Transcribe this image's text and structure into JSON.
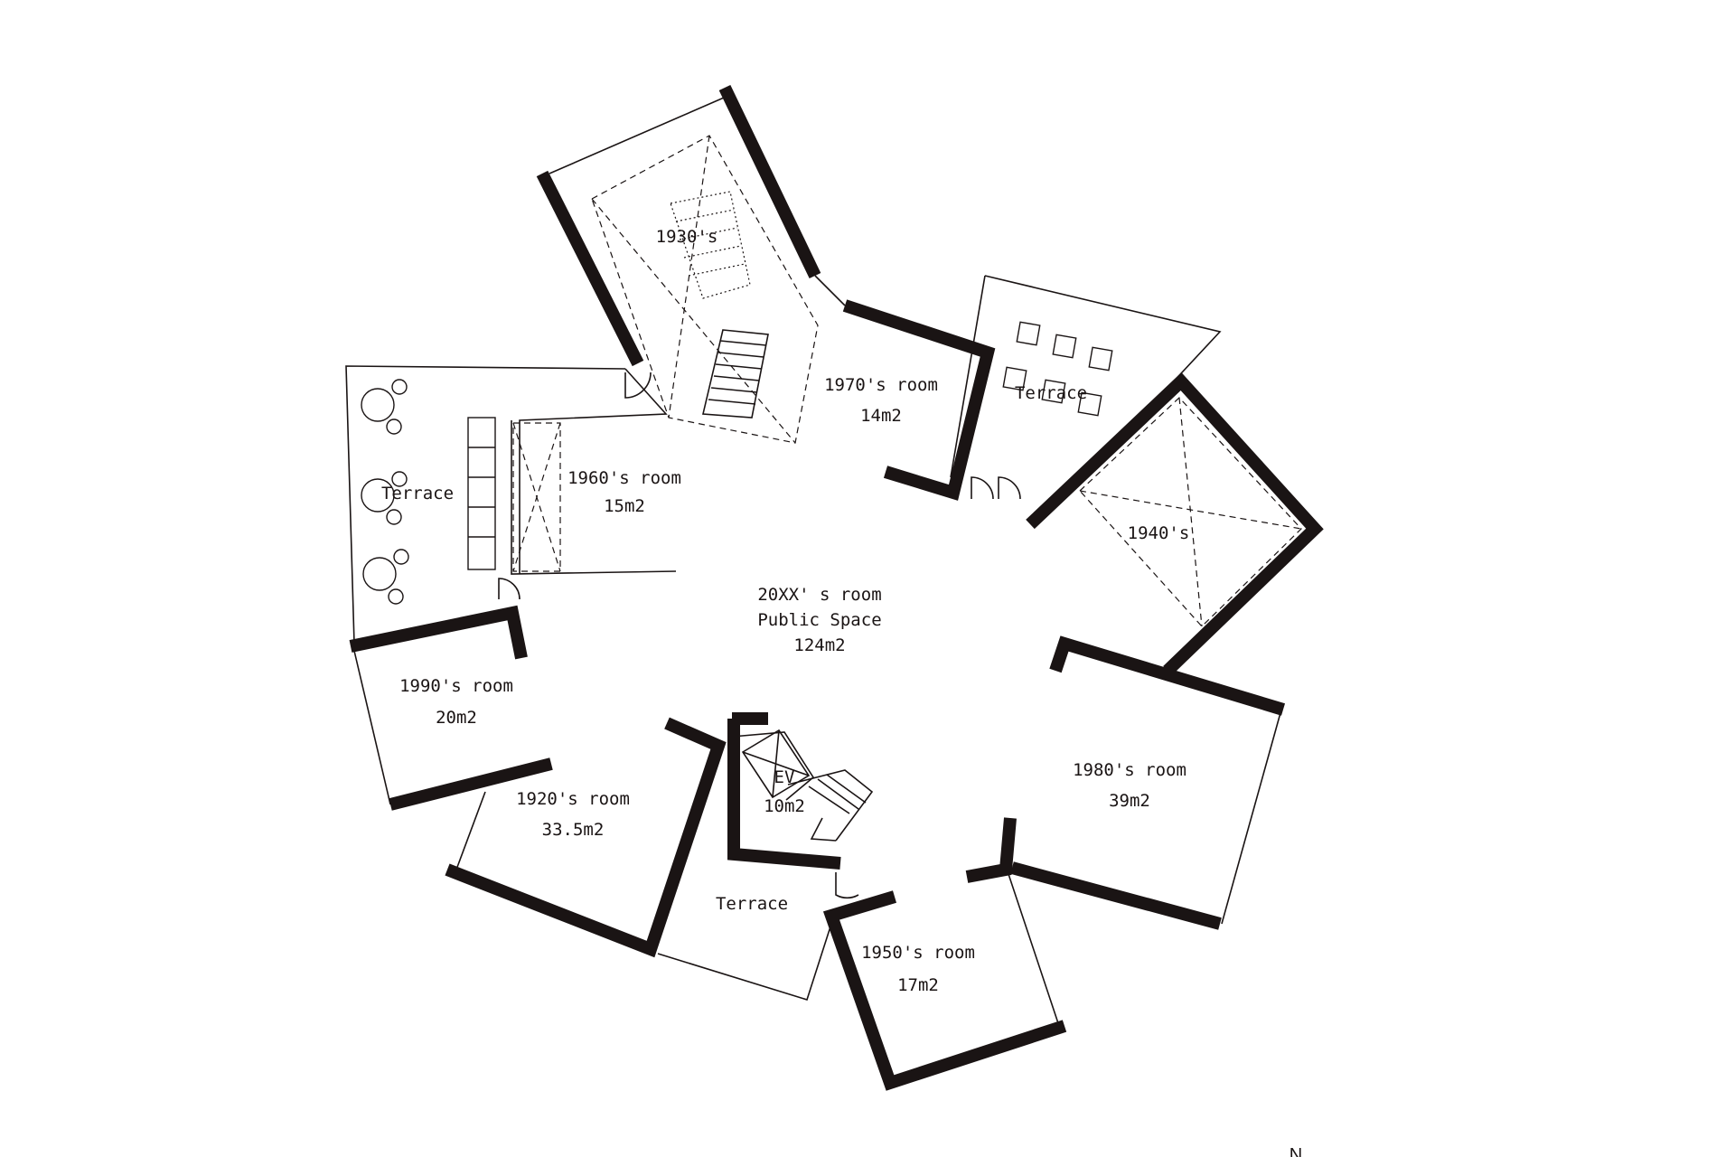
{
  "labels": {
    "r1930": "1930's",
    "r1970_name": "1970's room",
    "r1970_area": "14m2",
    "terrace_ne": "Terrace",
    "r1960_name": "1960's room",
    "r1960_area": "15m2",
    "terrace_w": "Terrace",
    "r1940": "1940's",
    "r20xx_name": "20XX' s room",
    "r20xx_sub": "Public Space",
    "r20xx_area": "124m2",
    "r1990_name": "1990's room",
    "r1990_area": "20m2",
    "r1980_name": "1980's room",
    "r1980_area": "39m2",
    "r1920_name": "1920's room",
    "r1920_area": "33.5m2",
    "ev_name": "EV",
    "ev_area": "10m2",
    "terrace_s": "Terrace",
    "r1950_name": "1950's room",
    "r1950_area": "17m2",
    "north": "N"
  },
  "colors": {
    "wall": "#1a1414",
    "background": "#ffffff"
  }
}
